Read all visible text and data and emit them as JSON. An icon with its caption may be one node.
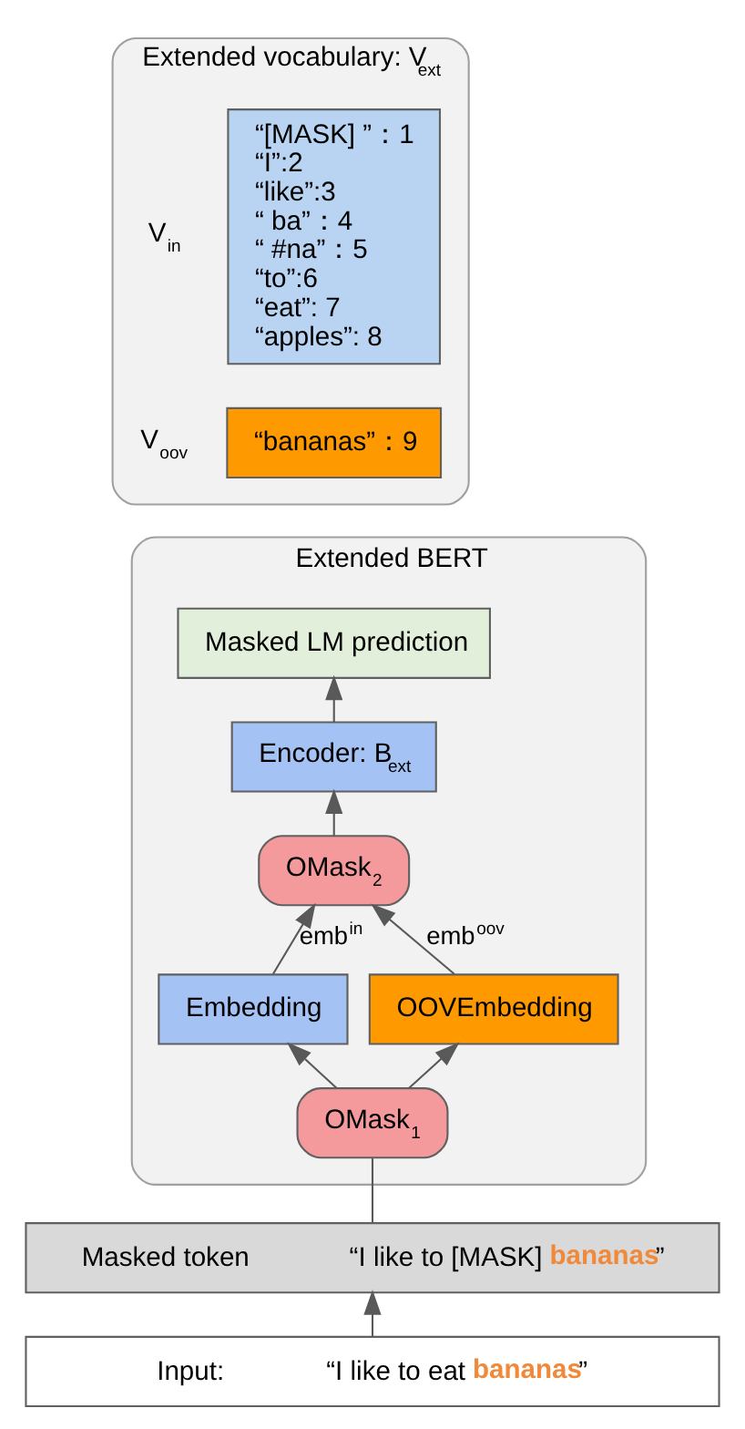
{
  "diagram": {
    "nodes": [
      {
        "text": [
          "Extended vocabulary: V$_{ext}$"
        ]
      },
      {
        "text": [
          "“[MASK] ”：1",
          "“I”:2",
          "“like”:3",
          "“ ba”：4",
          "“ #na”：5",
          "“to”:6",
          "“eat”: 7",
          "“apples”: 8"
        ],
        "in": 0,
        "beside": [
          "V$_{in}$"
        ]
      },
      {
        "text": [
          "“bananas”：9"
        ],
        "in": 0,
        "beside": [
          "V$_{oov}$"
        ]
      },
      {
        "text": [
          "Extended BERT"
        ]
      },
      {
        "text": [
          "Masked LM prediction"
        ],
        "in": 3
      },
      {
        "text": [
          "Encoder: B$_{ext}$"
        ],
        "in": 3
      },
      {
        "text": [
          "OMask$_{2}$"
        ],
        "in": 3
      },
      {
        "text": [
          "Embedding"
        ],
        "in": 3
      },
      {
        "text": [
          "OOVEmbedding"
        ],
        "in": 3
      },
      {
        "text": [
          "OMask$_{1}$"
        ],
        "in": 3
      },
      {
        "text": [
          "Masked token",
          "“I like to [MASK] **bananas**”"
        ]
      },
      {
        "text": [
          "Input:",
          "“I like to eat **bananas**”"
        ]
      }
    ],
    "edges": [
      {
        "from": 11,
        "to": 10,
        "arrow": "to"
      },
      {
        "from": 10,
        "to": 9,
        "arrow": "none"
      },
      {
        "from": 9,
        "to": 7,
        "arrow": "to"
      },
      {
        "from": 9,
        "to": 8,
        "arrow": "to"
      },
      {
        "from": 7,
        "to": 6,
        "arrow": "to",
        "label": "emb$^{in}$"
      },
      {
        "from": 8,
        "to": 6,
        "arrow": "to",
        "label": "emb$^{oov}$"
      },
      {
        "from": 6,
        "to": 5,
        "arrow": "to"
      },
      {
        "from": 5,
        "to": 4,
        "arrow": "to"
      }
    ]
  }
}
